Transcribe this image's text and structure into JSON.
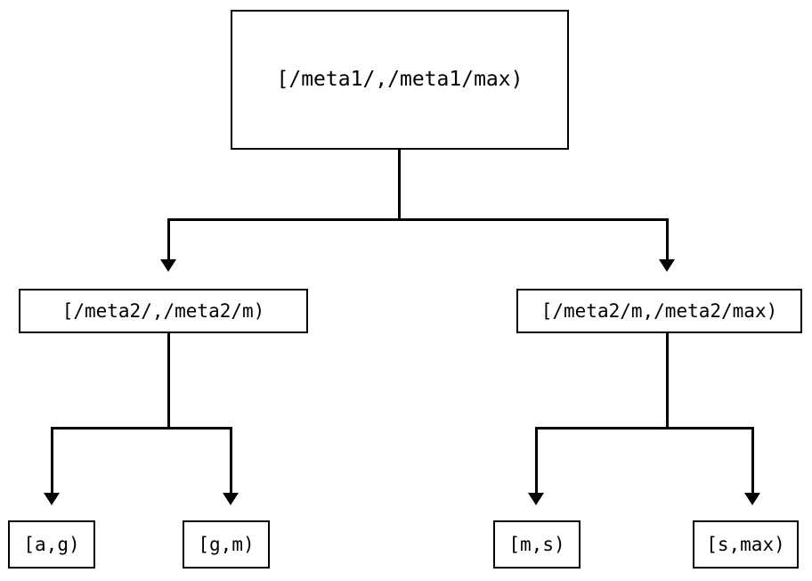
{
  "diagram": {
    "type": "tree",
    "orientation": "top-down",
    "background_color": "#ffffff",
    "stroke_color": "#000000",
    "nodes": {
      "root": {
        "label": "[/meta1/,/meta1/max)"
      },
      "mid_left": {
        "label": "[/meta2/,/meta2/m)"
      },
      "mid_right": {
        "label": "[/meta2/m,/meta2/max)"
      },
      "leaf_ag": {
        "label": "[a,g)"
      },
      "leaf_gm": {
        "label": "[g,m)"
      },
      "leaf_ms": {
        "label": "[m,s)"
      },
      "leaf_smax": {
        "label": "[s,max)"
      }
    },
    "edges": [
      {
        "from": "root",
        "to": "mid_left"
      },
      {
        "from": "root",
        "to": "mid_right"
      },
      {
        "from": "mid_left",
        "to": "leaf_ag"
      },
      {
        "from": "mid_left",
        "to": "leaf_gm"
      },
      {
        "from": "mid_right",
        "to": "leaf_ms"
      },
      {
        "from": "mid_right",
        "to": "leaf_smax"
      }
    ]
  }
}
